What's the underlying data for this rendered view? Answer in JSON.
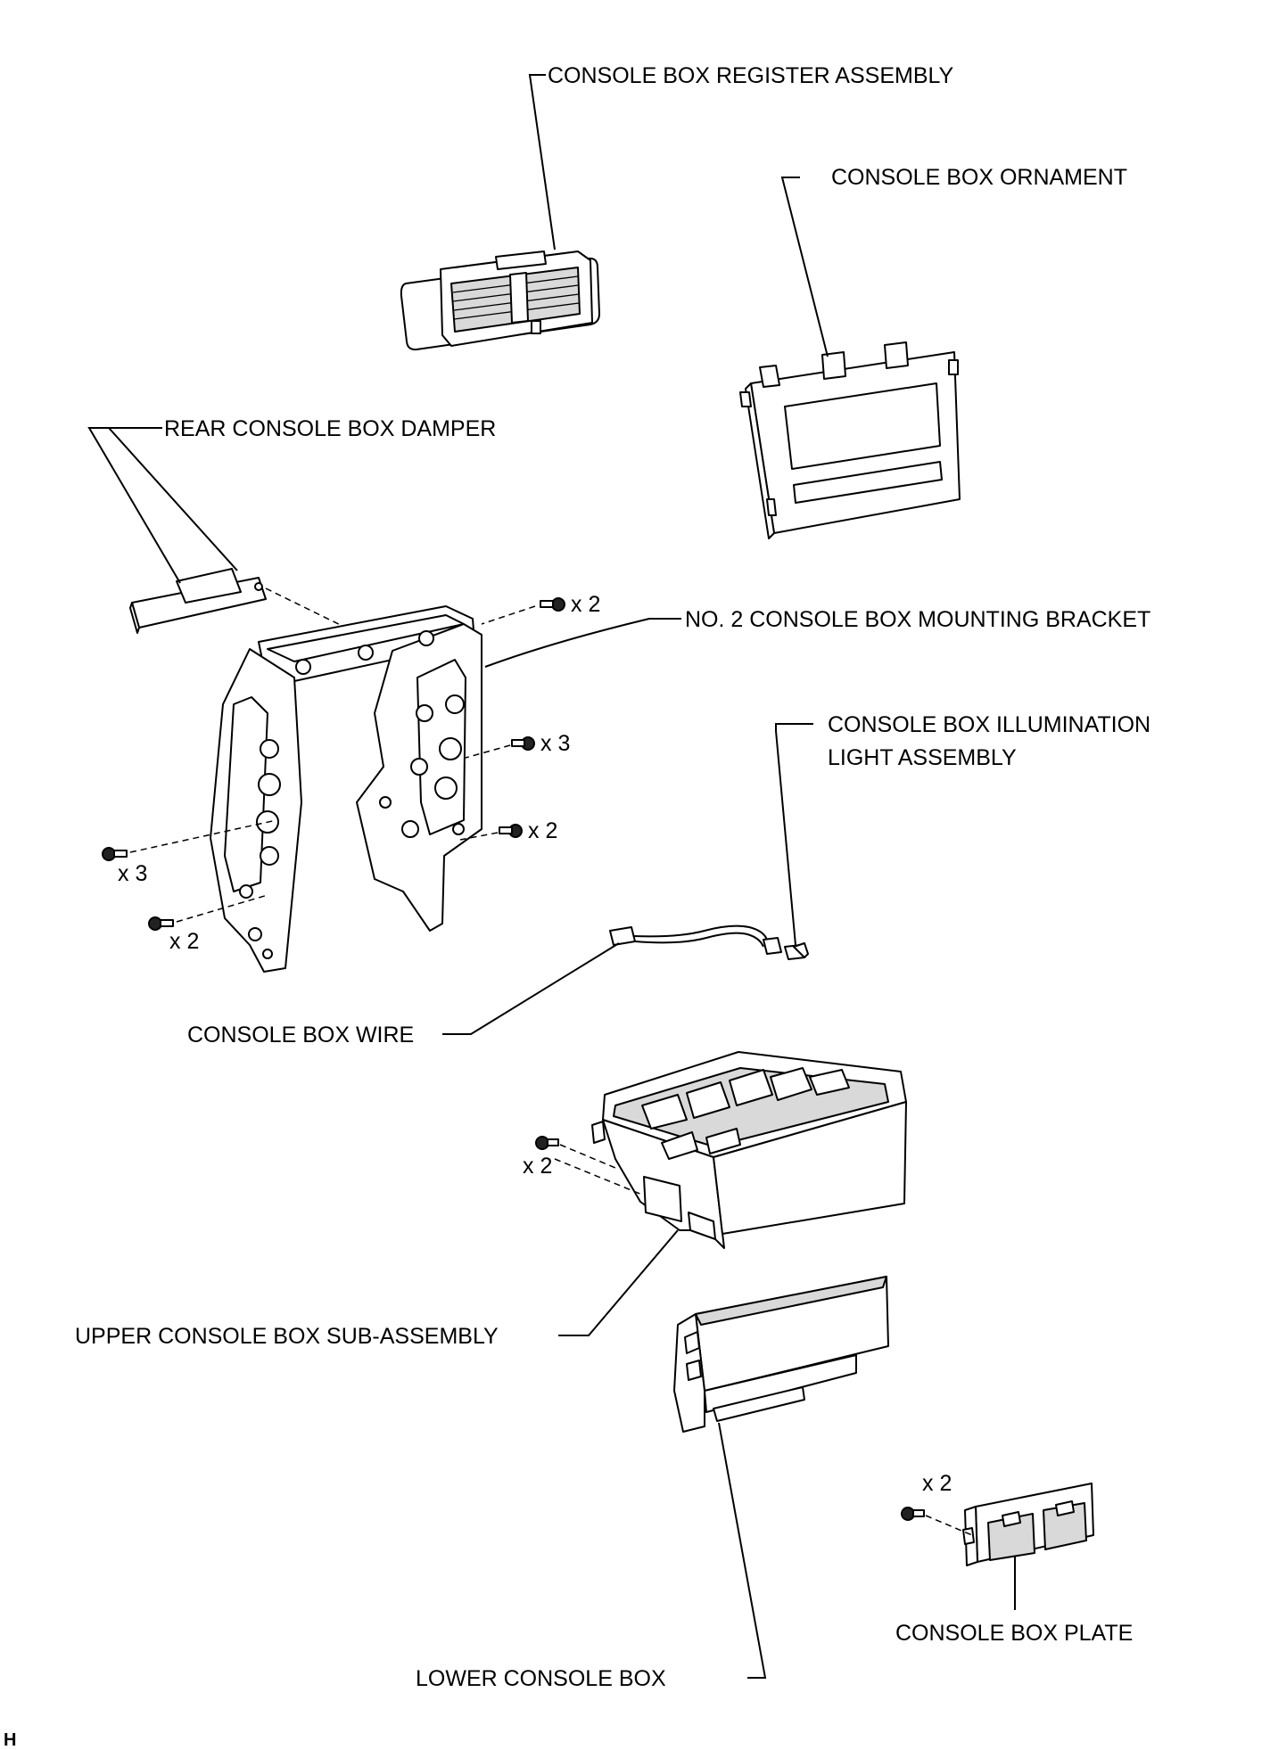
{
  "labels": {
    "register": "CONSOLE BOX REGISTER ASSEMBLY",
    "ornament": "CONSOLE BOX ORNAMENT",
    "damper": "REAR CONSOLE BOX DAMPER",
    "bracket": "NO. 2 CONSOLE BOX MOUNTING BRACKET",
    "illumination_line1": "CONSOLE BOX ILLUMINATION",
    "illumination_line2": "LIGHT ASSEMBLY",
    "wire": "CONSOLE BOX WIRE",
    "upper_box": "UPPER CONSOLE BOX SUB-ASSEMBLY",
    "lower_box": "LOWER CONSOLE BOX",
    "plate": "CONSOLE BOX PLATE"
  },
  "fastener_quantities": {
    "bracket_top": "x 2",
    "bracket_right_upper": "x 3",
    "bracket_right_lower": "x 2",
    "bracket_left_upper": "x 3",
    "bracket_left_lower": "x 2",
    "upper_box": "x 2",
    "plate": "x 2"
  },
  "footer_mark": "H"
}
